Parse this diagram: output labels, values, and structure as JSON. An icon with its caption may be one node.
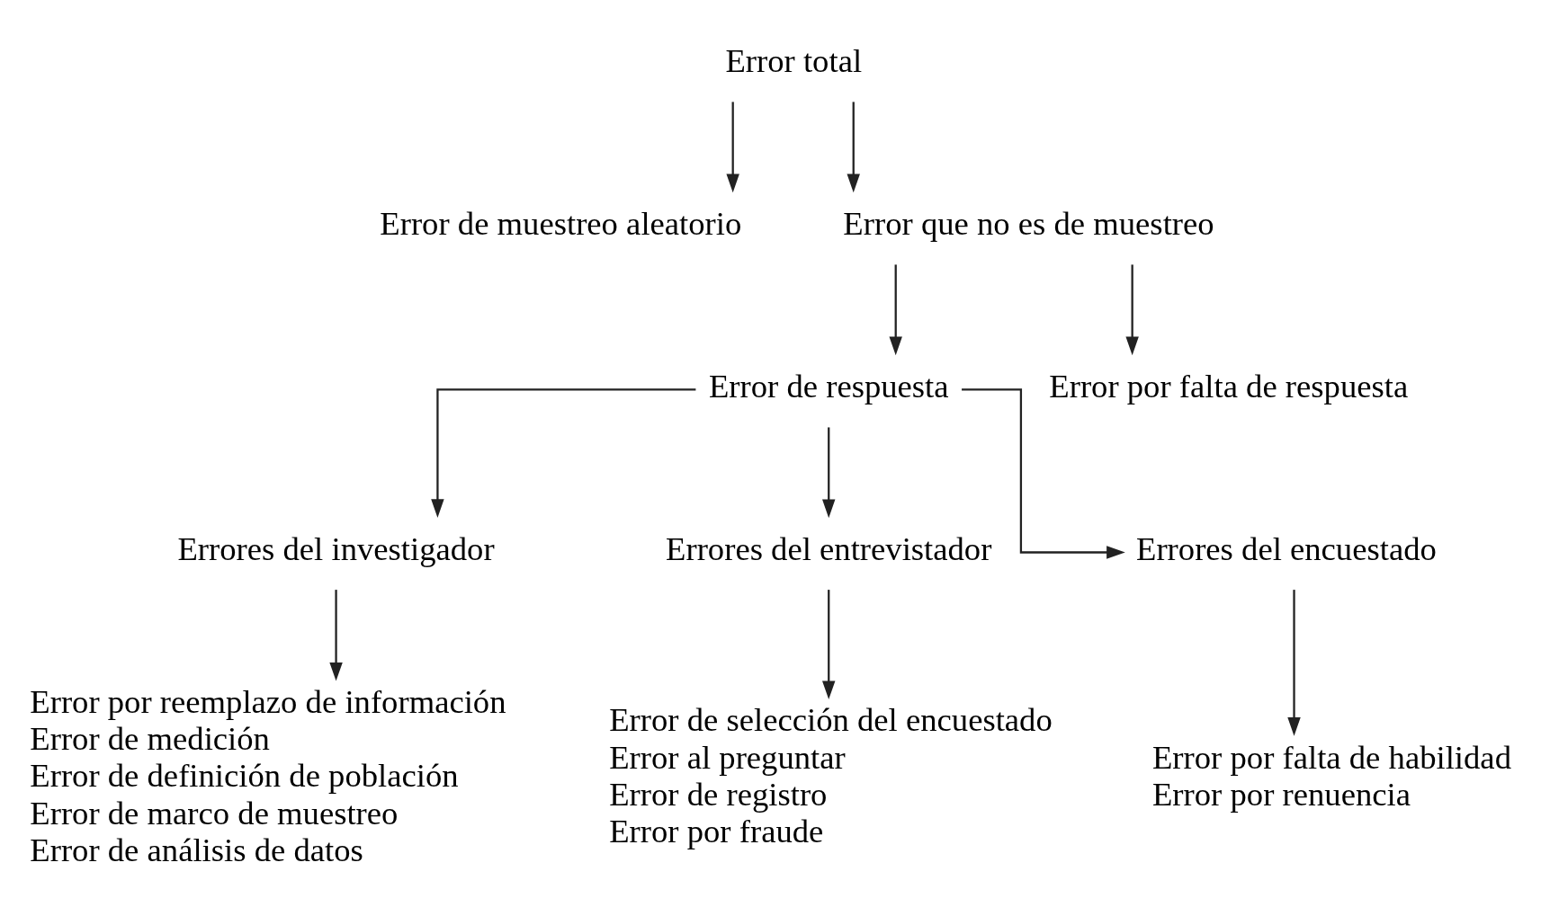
{
  "diagram": {
    "nodes": [
      {
        "text": [
          "Error total"
        ]
      },
      {
        "text": [
          "Error de muestreo aleatorio"
        ]
      },
      {
        "text": [
          "Error que no es de muestreo"
        ]
      },
      {
        "text": [
          "Error de respuesta"
        ]
      },
      {
        "text": [
          "Error por falta de respuesta"
        ]
      },
      {
        "text": [
          "Errores del investigador"
        ]
      },
      {
        "text": [
          "Errores del entrevistador"
        ]
      },
      {
        "text": [
          "Errores del encuestado"
        ]
      },
      {
        "text": [
          "Error por reemplazo de información",
          "Error de medición",
          "Error de definición de población",
          "Error de marco de muestreo",
          "Error de análisis de datos"
        ]
      },
      {
        "text": [
          "Error de selección del encuestado",
          "Error al preguntar",
          "Error de registro",
          "Error por fraude"
        ]
      },
      {
        "text": [
          "Error por falta de habilidad",
          "Error por renuencia"
        ]
      }
    ],
    "edges": [
      {
        "from": 0,
        "to": 1,
        "arrow": "to"
      },
      {
        "from": 0,
        "to": 2,
        "arrow": "to"
      },
      {
        "from": 2,
        "to": 3,
        "arrow": "to"
      },
      {
        "from": 2,
        "to": 4,
        "arrow": "to"
      },
      {
        "from": 3,
        "to": 5,
        "arrow": "to"
      },
      {
        "from": 3,
        "to": 6,
        "arrow": "to"
      },
      {
        "from": 3,
        "to": 7,
        "arrow": "to"
      },
      {
        "from": 5,
        "to": 8,
        "arrow": "to"
      },
      {
        "from": 6,
        "to": 9,
        "arrow": "to"
      },
      {
        "from": 7,
        "to": 10,
        "arrow": "to"
      }
    ]
  }
}
